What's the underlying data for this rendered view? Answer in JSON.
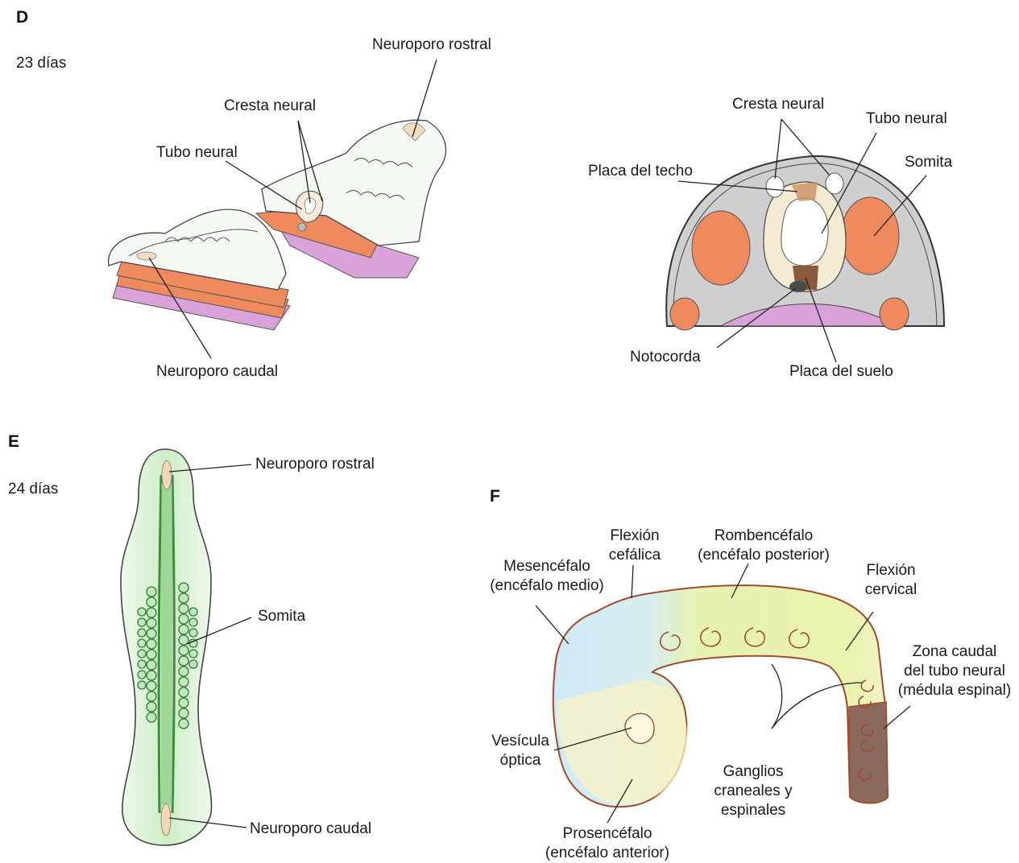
{
  "panel_d": {
    "letter": "D",
    "age": "23 días",
    "embryo_labels": {
      "neuroporo_rostral": "Neuroporo rostral",
      "cresta_neural": "Cresta neural",
      "tubo_neural": "Tubo neural",
      "neuroporo_caudal": "Neuroporo caudal"
    },
    "section_labels": {
      "cresta_neural": "Cresta neural",
      "tubo_neural": "Tubo neural",
      "placa_del_techo": "Placa del techo",
      "somita": "Somita",
      "notocorda": "Notocorda",
      "placa_del_suelo": "Placa del suelo"
    }
  },
  "panel_e": {
    "letter": "E",
    "age": "24 días",
    "labels": {
      "neuroporo_rostral": "Neuroporo rostral",
      "somita": "Somita",
      "neuroporo_caudal": "Neuroporo caudal"
    }
  },
  "panel_f": {
    "letter": "F",
    "labels": {
      "flexion_cefalica_1": "Flexión",
      "flexion_cefalica_2": "cefálica",
      "rombencefalo_1": "Rombencéfalo",
      "rombencefalo_2": "(encéfalo posterior)",
      "mesencefalo_1": "Mesencéfalo",
      "mesencefalo_2": "(encéfalo medio)",
      "flexion_cervical_1": "Flexión",
      "flexion_cervical_2": "cervical",
      "zona_caudal_1": "Zona caudal",
      "zona_caudal_2": "del tubo neural",
      "zona_caudal_3": "(médula espinal)",
      "vesicula_1": "Vesícula",
      "vesicula_2": "óptica",
      "ganglios_1": "Ganglios",
      "ganglios_2": "craneales y",
      "ganglios_3": "espinales",
      "prosencefalo_1": "Prosencéfalo",
      "prosencefalo_2": "(encéfalo anterior)"
    }
  },
  "colors": {
    "somite_orange": "#ef8a5e",
    "tissue_pink": "#d9a2d8",
    "section_gray": "#cfcfcf",
    "neural_green": "#8fd08a",
    "mesencephalon_blue": "#cfe9f7",
    "rhombencephalon_green": "#e6f2b4",
    "prosencephalon_yellow": "#fbf3c6",
    "spinal_brown": "#8b6a5e",
    "outline_brown": "#a24a2c"
  }
}
